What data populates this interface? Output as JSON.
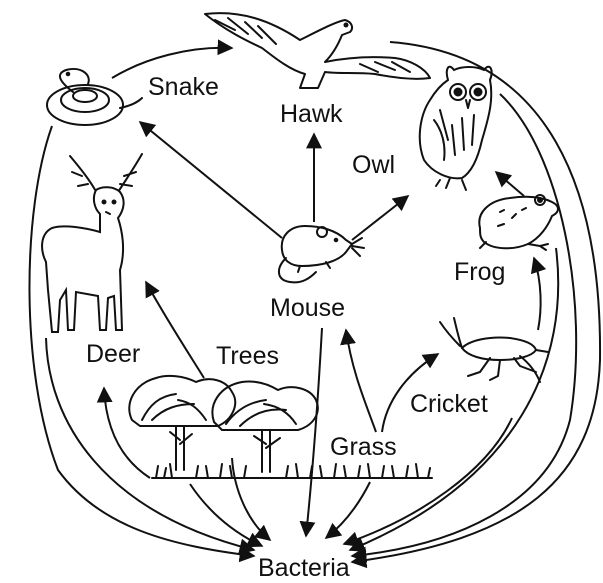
{
  "labels": {
    "snake": "Snake",
    "hawk": "Hawk",
    "owl": "Owl",
    "deer": "Deer",
    "mouse": "Mouse",
    "frog": "Frog",
    "trees": "Trees",
    "cricket": "Cricket",
    "grass": "Grass",
    "bacteria": "Bacteria"
  },
  "colors": {
    "ink": "#111111",
    "background": "#ffffff"
  }
}
